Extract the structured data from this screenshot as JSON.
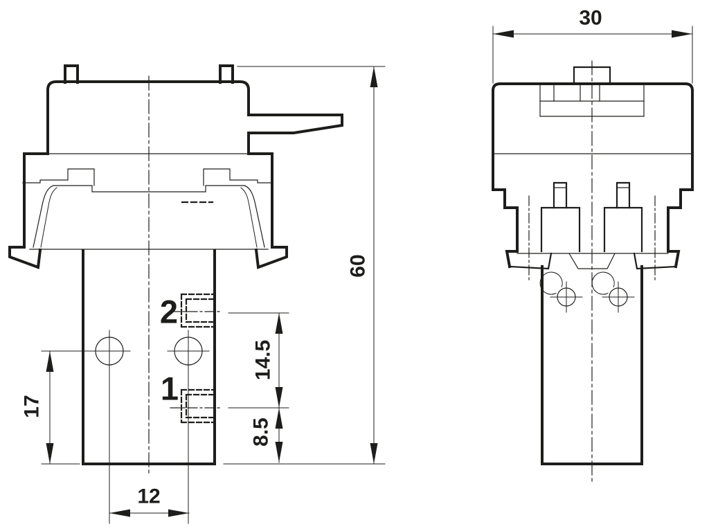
{
  "drawing_type": "technical dimension drawing, two orthographic views of a valve/switch body",
  "colors": {
    "line": "#1d1d1b",
    "background": "#ffffff"
  },
  "front_view": {
    "ports": {
      "port1_label": "1",
      "port2_label": "2"
    },
    "dims": {
      "overall_height": "60",
      "hole_to_bottom": "17",
      "port2_to_port1": "14.5",
      "port1_to_bottom": "8.5",
      "hole_spacing": "12"
    }
  },
  "side_view": {
    "dims": {
      "overall_width": "30"
    }
  }
}
